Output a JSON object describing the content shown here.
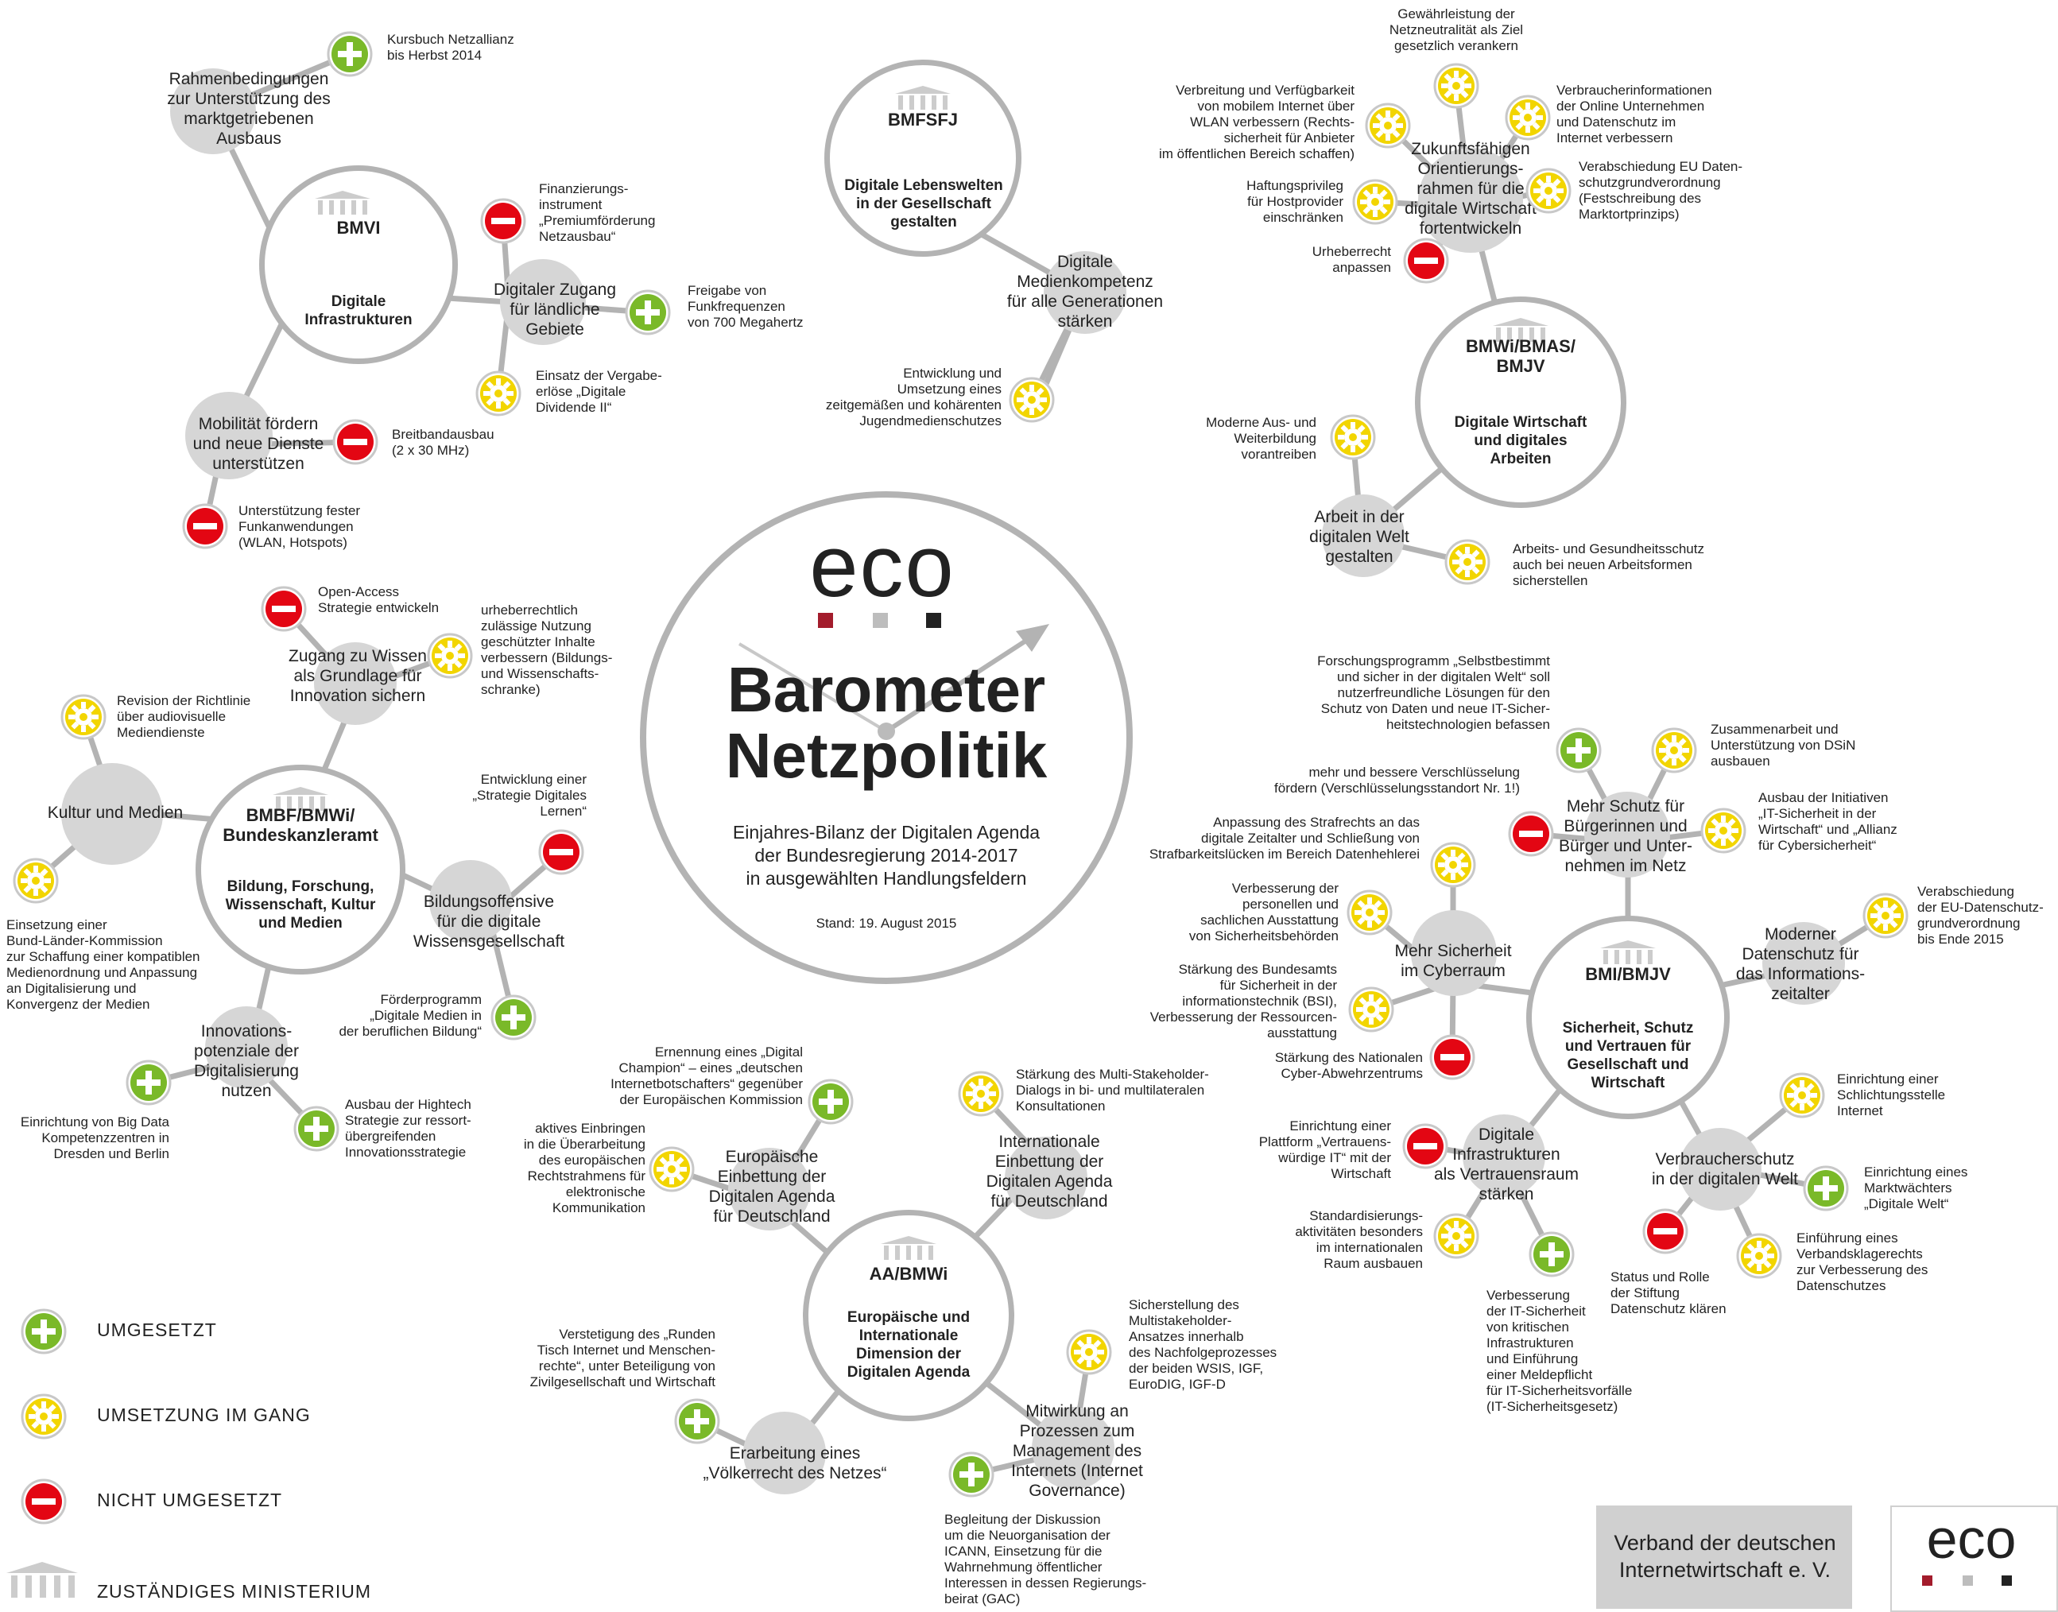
{
  "legend": {
    "implemented": "UMGESETZT",
    "in_progress": "UMSETZUNG IM GANG",
    "not_implemented": "NICHT UMGESETZT",
    "ministry": "ZUSTÄNDIGES MINISTERIUM"
  },
  "center": {
    "logo": "eco",
    "title_line1": "Barometer",
    "title_line2": "Netzpolitik",
    "subtitle": "Einjahres-Bilanz der Digitalen Agenda\nder Bundesregierung 2014-2017\nin ausgewählten Handlungsfeldern",
    "date": "Stand: 19. August 2015"
  },
  "footer": {
    "org": "Verband der deutschen\nInternetwirtschaft e. V.",
    "logo": "eco"
  },
  "colors": {
    "green": "#7ab929",
    "yellow": "#f2d500",
    "red": "#e30613",
    "ring": "#b3b3b3",
    "node": "#d6d6d6"
  },
  "ministries": {
    "bmvi": {
      "name": "BMVI",
      "topic": "Digitale\nInfrastrukturen"
    },
    "bmfsfj": {
      "name": "BMFSFJ",
      "topic": "Digitale Lebenswelten\nin der Gesellschaft\ngestalten"
    },
    "bmwi_bmas": {
      "name": "BMWi/BMAS/\nBMJV",
      "topic": "Digitale Wirtschaft\nund digitales\nArbeiten"
    },
    "bmbf": {
      "name": "BMBF/BMWi/\nBundeskanzleramt",
      "topic": "Bildung, Forschung,\nWissenschaft, Kultur\nund Medien"
    },
    "bmi": {
      "name": "BMI/BMJV",
      "topic": "Sicherheit, Schutz\nund Vertrauen für\nGesellschaft und\nWirtschaft"
    },
    "aa": {
      "name": "AA/BMWi",
      "topic": "Europäische und\nInternationale\nDimension der\nDigitalen Agenda"
    }
  },
  "subtopics": {
    "rahmen": "Rahmenbedingungen\nzur Unterstützung des\nmarktgetriebenen Ausbaus",
    "zugang": "Digitaler Zugang\nfür ländliche\nGebiete",
    "mobil": "Mobilität fördern\nund neue Dienste\nunterstützen",
    "medien": "Digitale\nMedienkompetenz\nfür alle Generationen\nstärken",
    "rahmen2": "Zukunftsfähigen\nOrientierungs-\nrahmen für die\ndigitale Wirtschaft\nfortentwickeln",
    "arbeit": "Arbeit in der\ndigitalen Welt\ngestalten",
    "wissen": "Zugang zu Wissen\nals Grundlage für\nInnovation sichern",
    "kultur": "Kultur und Medien",
    "bildung": "Bildungsoffensive\nfür die digitale\nWissensgesellschaft",
    "innov": "Innovations-\npotenziale der\nDigitalisierung\nnutzen",
    "schutz": "Mehr Schutz für\nBürgerinnen und\nBürger und Unter-\nnehmen im Netz",
    "cyber": "Mehr Sicherheit\nim Cyberraum",
    "daten": "Moderner\nDatenschutz für\ndas Informations-\nzeitalter",
    "infra": "Digitale\nInfrastrukturen\nals Vertrauensraum\nstärken",
    "verbr": "Verbraucherschutz\nin der digitalen Welt",
    "euro": "Europäische\nEinbettung der\nDigitalen Agenda\nfür Deutschland",
    "intl": "Internationale\nEinbettung der\nDigitalen Agenda\nfür Deutschland",
    "voelker": "Erarbeitung eines\n„Völkerrecht des Netzes“",
    "mitwirk": "Mitwirkung an\nProzessen zum\nManagement des\nInternets (Internet\nGovernance)"
  },
  "items": {
    "i01": "Kursbuch Netzallianz\nbis Herbst 2014",
    "i02": "Finanzierungs-\ninstrument\n„Premiumförderung\nNetzausbau“",
    "i03": "Freigabe von\nFunkfrequenzen\nvon 700 Megahertz",
    "i04": "Einsatz der Vergabe-\nerlöse „Digitale\nDividende II“",
    "i05": "Breitbandausbau\n(2 x 30 MHz)",
    "i06": "Unterstützung fester\nFunkanwendungen\n(WLAN, Hotspots)",
    "i07": "Entwicklung und\nUmsetzung eines\nzeitgemäßen und kohärenten\nJugendmedienschutzes",
    "i08": "Gewährleistung der\nNetzneutralität als Ziel\ngesetzlich verankern",
    "i09": "Verbreitung und Verfügbarkeit\nvon mobilem Internet über\nWLAN verbessern (Rechts-\nsicherheit für Anbieter\nim öffentlichen Bereich schaffen)",
    "i10": "Verbraucherinformationen\nder Online Unternehmen\nund Datenschutz im\nInternet verbessern",
    "i11": "Haftungsprivileg\nfür Hostprovider\neinschränken",
    "i12": "Verabschiedung EU Daten-\nschutzgrundverordnung\n(Festschreibung des\nMarktortprinzips)",
    "i13": "Urheberrecht\nanpassen",
    "i14": "Moderne Aus- und\nWeiterbildung\nvorantreiben",
    "i15": "Arbeits- und Gesundheitsschutz\nauch bei neuen Arbeitsformen\nsicherstellen",
    "i16": "Open-Access\nStrategie entwickeln",
    "i17": "urheberrechtlich\nzulässige Nutzung\ngeschützter Inhalte\nverbessern (Bildungs-\nund Wissenschafts-\nschranke)",
    "i18": "Revision der Richtlinie\nüber audiovisuelle\nMediendienste",
    "i19": "Einsetzung einer\nBund-Länder-Kommission\nzur Schaffung einer kompatiblen\nMedienordnung und Anpassung\nan Digitalisierung und\nKonvergenz der Medien",
    "i20": "Entwicklung einer\n„Strategie Digitales\nLernen“",
    "i21": "Förderprogramm\n„Digitale Medien in\nder beruflichen Bildung“",
    "i22": "Einrichtung von Big Data\nKompetenzzentren in\nDresden und Berlin",
    "i23": "Ausbau der Hightech\nStrategie zur ressort-\nübergreifenden\nInnovationsstrategie",
    "i24": "Forschungsprogramm „Selbstbestimmt\nund sicher in der digitalen Welt“ soll\nnutzerfreundliche Lösungen für den\nSchutz von Daten und neue IT-Sicher-\nheitstechnologien befassen",
    "i25": "Zusammenarbeit und\nUnterstützung von DSiN\nausbauen",
    "i26": "mehr und bessere Verschlüsselung\nfördern (Verschlüsselungsstandort Nr. 1!)",
    "i27": "Ausbau der Initiativen\n„IT-Sicherheit in der\nWirtschaft“ und „Allianz\nfür Cybersicherheit“",
    "i28": "Anpassung des Strafrechts an das\ndigitale Zeitalter und Schließung von\nStrafbarkeitslücken im Bereich Datenhehlerei",
    "i29": "Verabschiedung\nder EU-Datenschutz-\ngrundverordnung\nbis Ende 2015",
    "i30": "Verbesserung der\npersonellen und\nsachlichen Ausstattung\nvon Sicherheitsbehörden",
    "i31": "Stärkung des Bundesamts\nfür Sicherheit in der\ninformationstechnik (BSI),\nVerbesserung der Ressourcen-\nausstattung",
    "i32": "Stärkung des Nationalen\nCyber-Abwehrzentrums",
    "i33": "Einrichtung einer\nSchlichtungsstelle\nInternet",
    "i34": "Einrichtung einer\nPlattform „Vertrauens-\nwürdige IT“ mit der\nWirtschaft",
    "i35": "Einrichtung eines\nMarktwächters\n„Digitale Welt“",
    "i36": "Standardisierungs-\naktivitäten besonders\nim internationalen\nRaum ausbauen",
    "i37": "Einführung eines\nVerbandsklagerechts\nzur Verbesserung des\nDatenschutzes",
    "i38": "Status und Rolle\nder Stiftung\nDatenschutz klären",
    "i39": "Verbesserung\nder IT-Sicherheit\nvon kritischen\nInfrastrukturen\nund Einführung\neiner Meldepflicht\nfür IT-Sicherheitsvorfälle\n(IT-Sicherheitsgesetz)",
    "i40": "Ernennung eines „Digital\nChampion“ – eines „deutschen\nInternetbotschafters“ gegenüber\nder Europäischen Kommission",
    "i41": "Stärkung des Multi-Stakeholder-\nDialogs in bi- und multilateralen\nKonsultationen",
    "i42": "aktives Einbringen\nin die Überarbeitung\ndes europäischen\nRechtstrahmens für\nelektronische\nKommunikation",
    "i43": "Sicherstellung des\nMultistakeholder-\nAnsatzes innerhalb\ndes Nachfolgeprozesses\nder beiden WSIS, IGF,\nEuroDIG, IGF-D",
    "i44": "Verstetigung des „Runden\nTisch Internet und Menschen-\nrechte“, unter Beteiligung von\nZivilgesellschaft und Wirtschaft",
    "i45": "Begleitung der Diskussion\num die Neuorganisation der\nICANN, Einsetzung für die\nWahrnehmung öffentlicher\nInteressen in dessen Regierungs-\nbeirat (GAC)"
  }
}
